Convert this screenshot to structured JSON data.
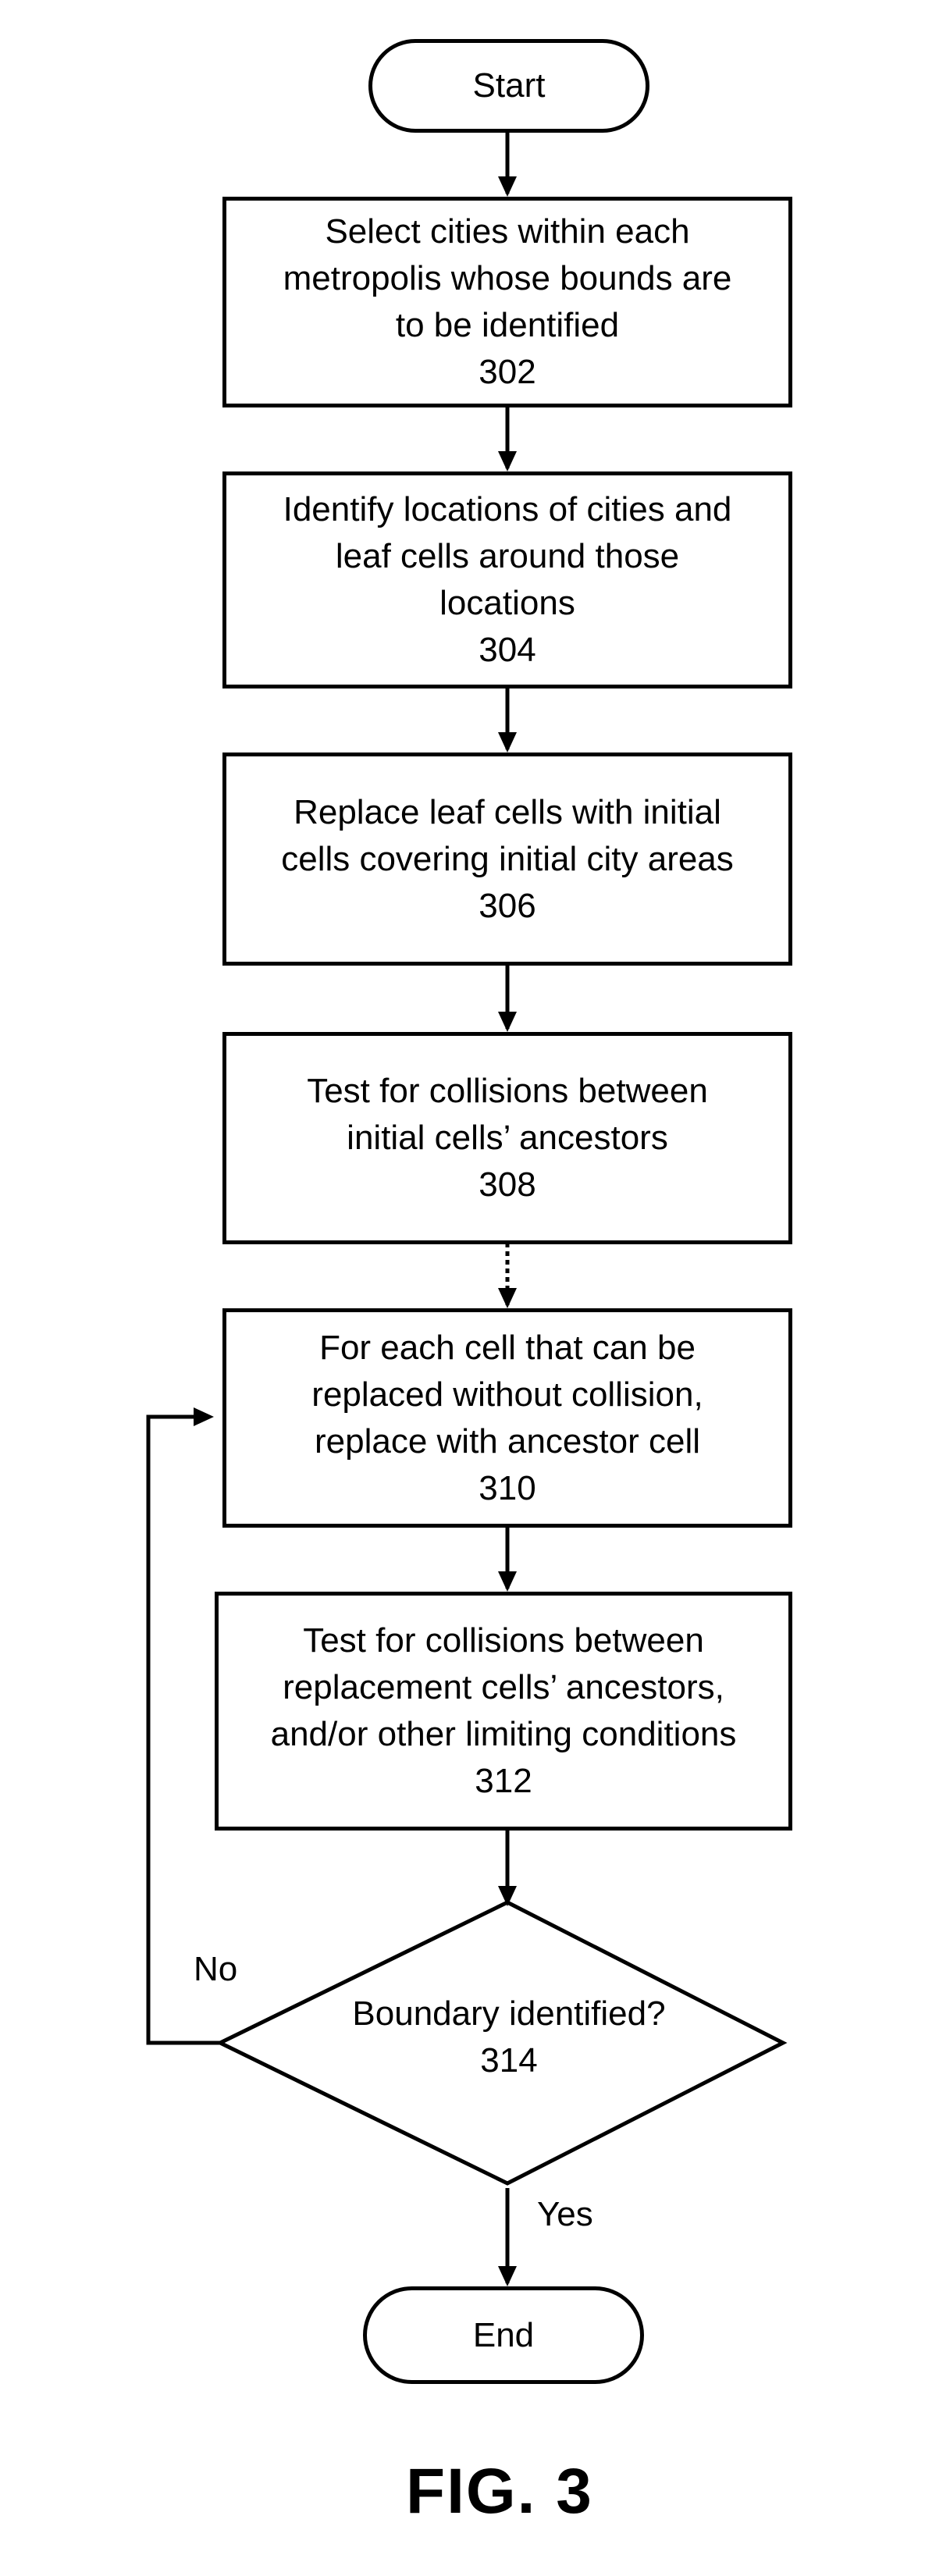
{
  "start": "Start",
  "end": "End",
  "steps": [
    {
      "lines": [
        "Select cities within each",
        "metropolis whose bounds are",
        "to be identified"
      ],
      "ref": "302"
    },
    {
      "lines": [
        "Identify locations of cities and",
        "leaf cells around those",
        "locations"
      ],
      "ref": "304"
    },
    {
      "lines": [
        "Replace leaf cells with initial",
        "cells covering initial city areas"
      ],
      "ref": "306"
    },
    {
      "lines": [
        "Test for collisions between",
        "initial cells’ ancestors"
      ],
      "ref": "308"
    },
    {
      "lines": [
        "For each cell that can be",
        "replaced without collision,",
        "replace with ancestor cell"
      ],
      "ref": "310"
    },
    {
      "lines": [
        "Test for collisions between",
        "replacement cells’ ancestors,",
        "and/or other limiting conditions"
      ],
      "ref": "312"
    }
  ],
  "decision": {
    "label": "Boundary identified?",
    "ref": "314"
  },
  "branch_no": "No",
  "branch_yes": "Yes",
  "figure_label": "FIG. 3"
}
